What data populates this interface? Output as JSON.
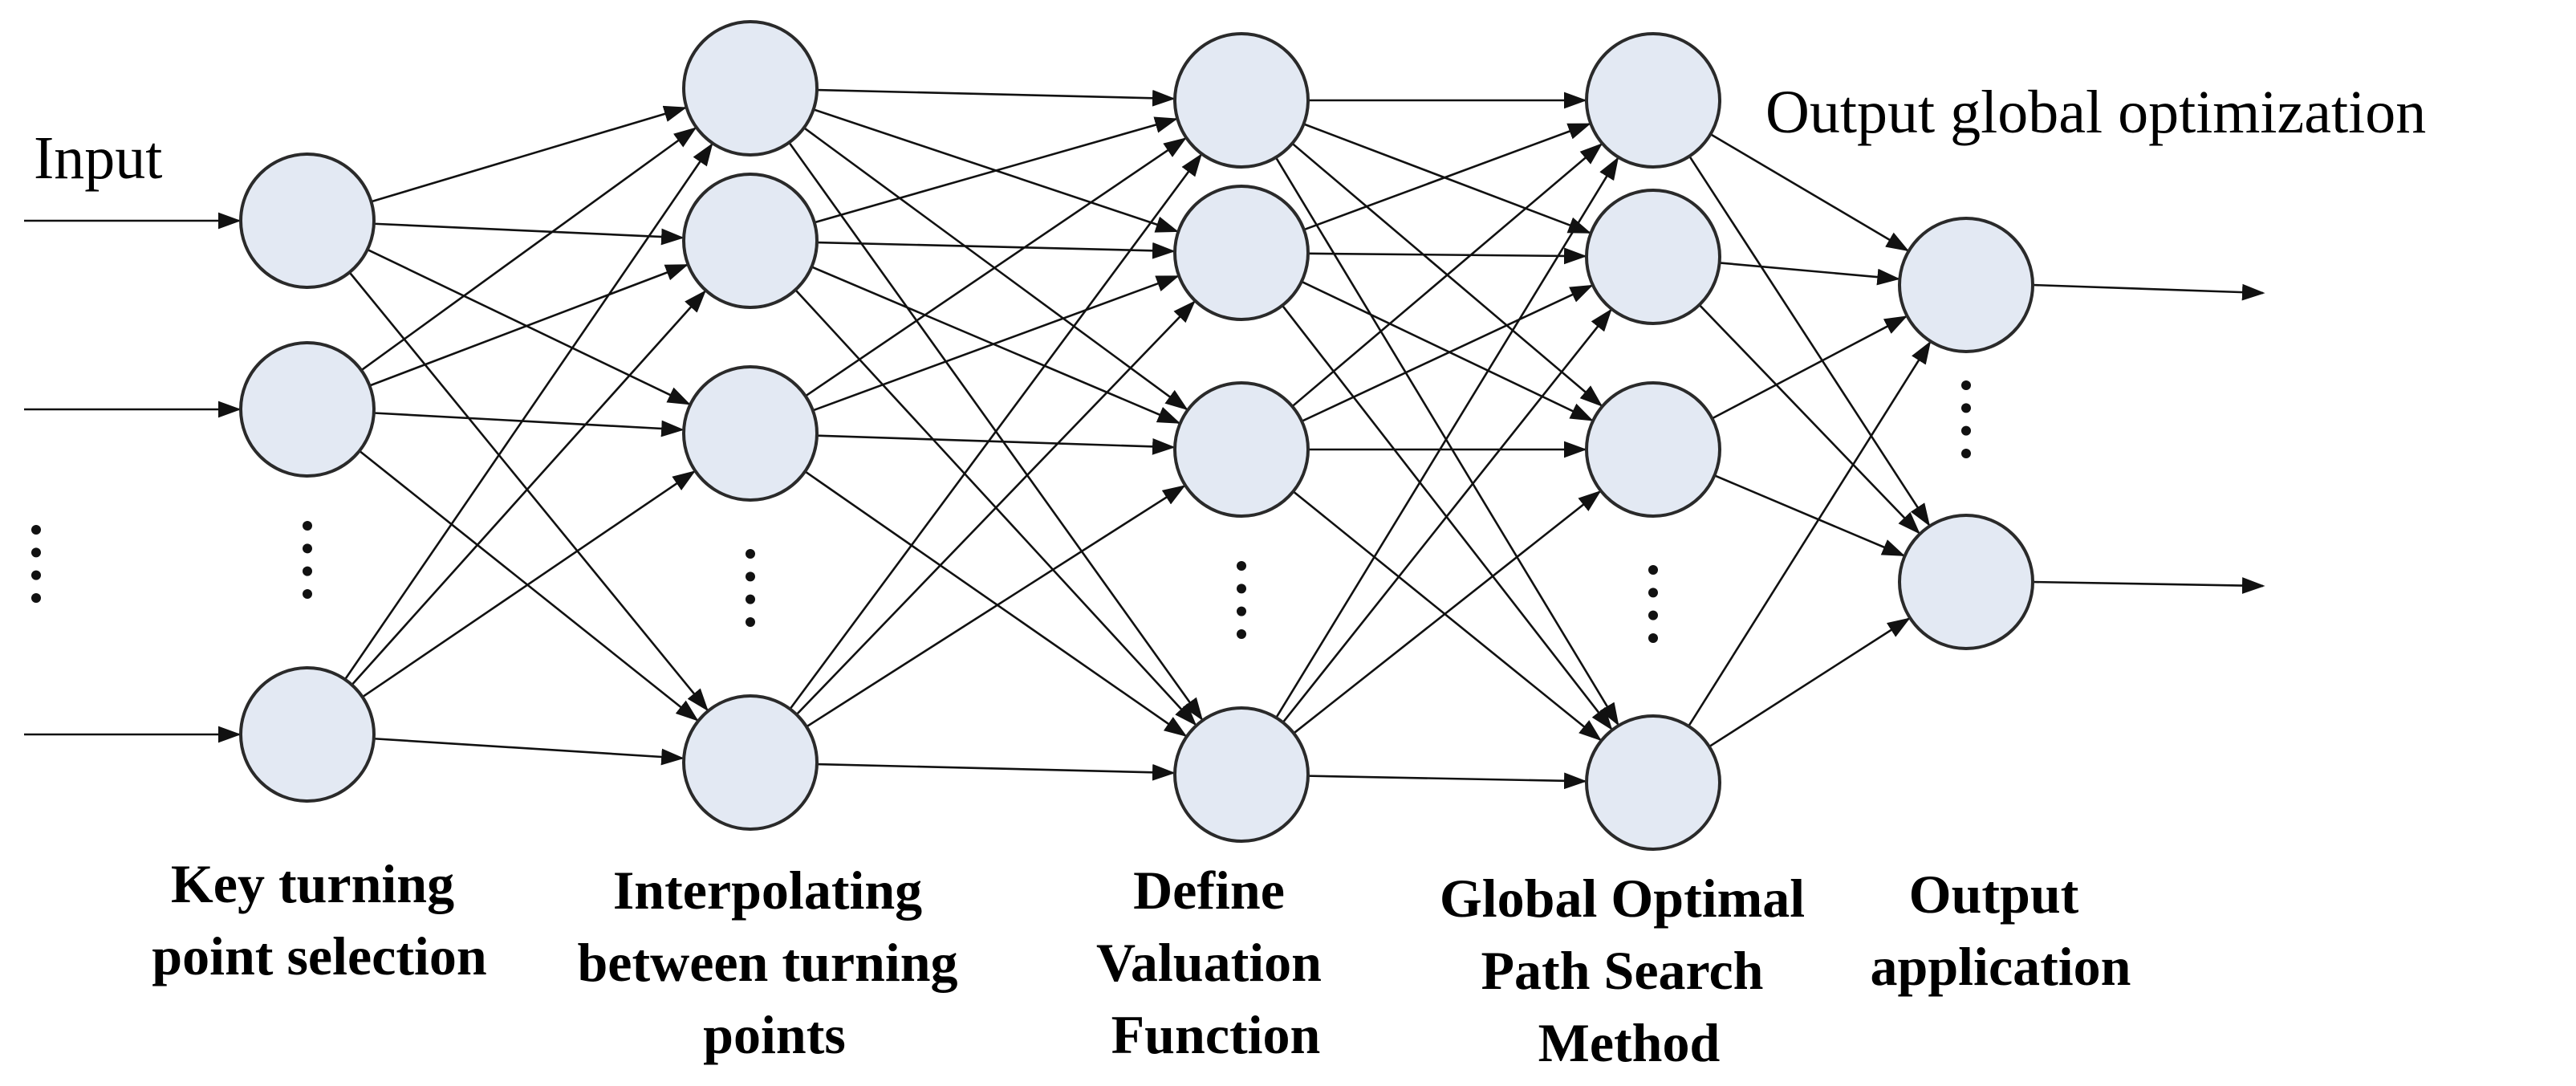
{
  "diagram": {
    "input_label": "Input",
    "output_label": "Output global optimization",
    "layers": [
      {
        "label_lines": [
          "Key turning",
          "point selection"
        ]
      },
      {
        "label_lines": [
          "Interpolating",
          "between turning",
          "points"
        ]
      },
      {
        "label_lines": [
          "Define",
          "Valuation",
          "Function"
        ]
      },
      {
        "label_lines": [
          "Global Optimal",
          "Path Search",
          "Method"
        ]
      },
      {
        "label_lines": [
          "Output",
          "application"
        ]
      }
    ],
    "colors": {
      "node_fill": "#e3e9f3",
      "node_stroke": "#2a2a2a",
      "edge": "#111111"
    }
  }
}
